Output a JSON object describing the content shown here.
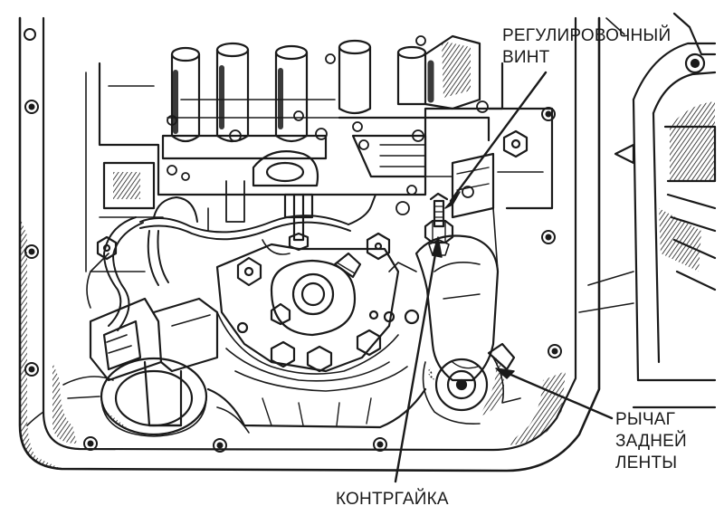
{
  "labels": {
    "adjust_screw": [
      "РЕГУЛИРОВОЧНЫЙ",
      "ВИНТ"
    ],
    "rear_band_lever": [
      "РЫЧАГ",
      "ЗАДНЕЙ",
      "ЛЕНТЫ"
    ],
    "locknut": "КОНТРГАЙКА"
  },
  "colors": {
    "ink": "#1a1a1a",
    "paper": "#ffffff",
    "shade": "#3a3a3a"
  }
}
